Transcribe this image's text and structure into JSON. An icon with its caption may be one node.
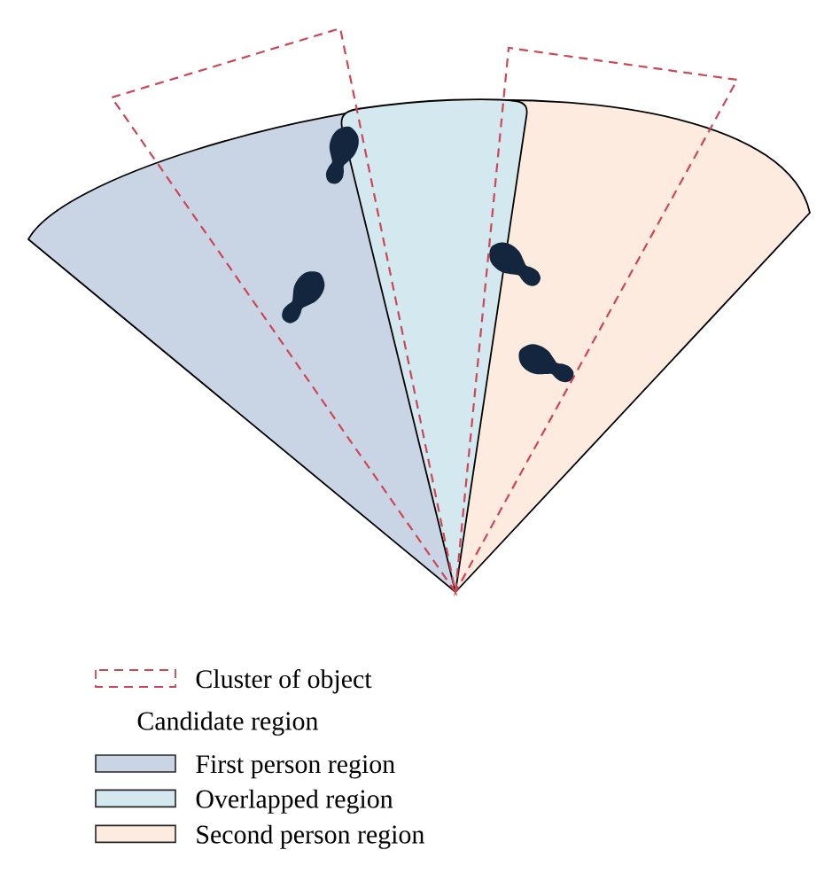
{
  "diagram": {
    "labels": [
      "Candidate region"
    ],
    "legend": [
      {
        "text": "Cluster of object"
      },
      {
        "text": "First person region",
        "color": "#c9d5e4"
      },
      {
        "text": "Overlapped region",
        "color": "#d3e9ef"
      },
      {
        "text": "Second person region",
        "color": "#fdebe0"
      }
    ]
  }
}
